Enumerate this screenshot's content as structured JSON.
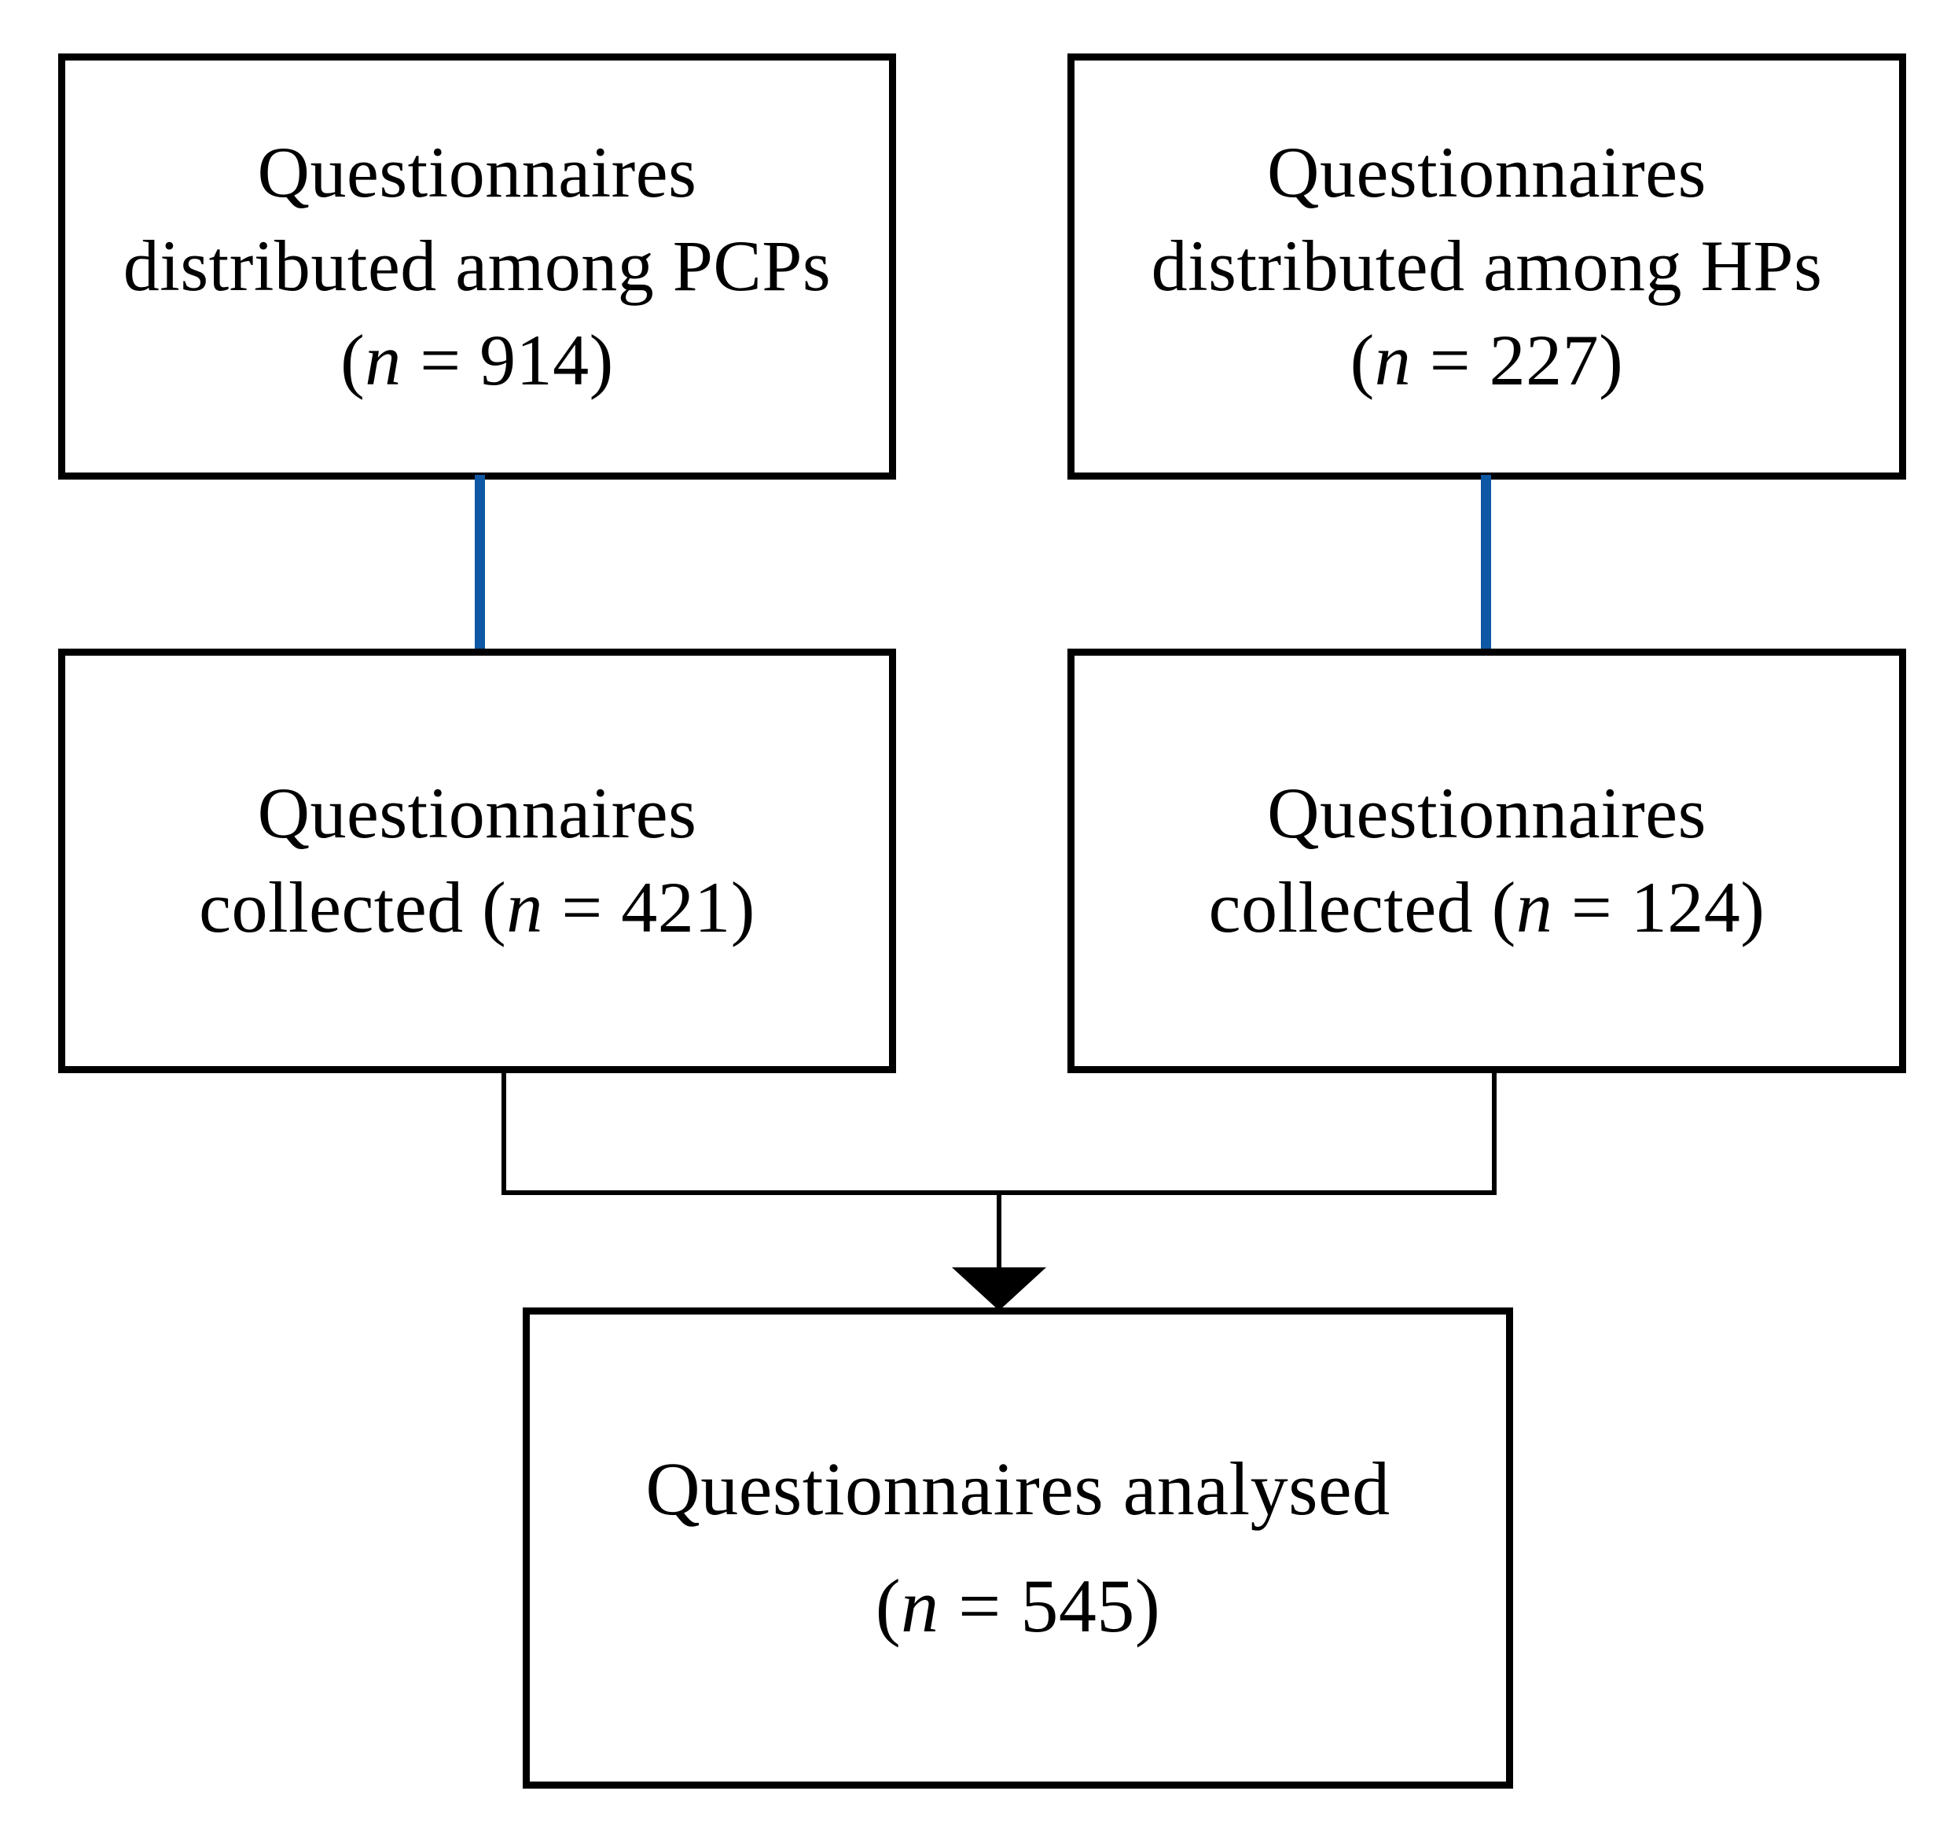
{
  "diagram": {
    "title": "Questionnaire study flow diagram",
    "type": "flowchart",
    "colors": {
      "box_border": "#000000",
      "box_fill": "#ffffff",
      "connector_primary": "#0d57a4",
      "connector_secondary": "#000000",
      "background": "#ffffff",
      "text": "#000000"
    },
    "nodes": [
      {
        "id": "pcp-distributed",
        "label": "Questionnaires\ndistributed among PCPs\n(n = 914)",
        "group": "PCPs",
        "stage": "distributed",
        "n": 914
      },
      {
        "id": "hp-distributed",
        "label": "Questionnaires\ndistributed among HPs\n(n = 227)",
        "group": "HPs",
        "stage": "distributed",
        "n": 227
      },
      {
        "id": "pcp-collected",
        "label": "Questionnaires\ncollected (n = 421)",
        "group": "PCPs",
        "stage": "collected",
        "n": 421
      },
      {
        "id": "hp-collected",
        "label": "Questionnaires\ncollected (n = 124)",
        "group": "HPs",
        "stage": "collected",
        "n": 124
      },
      {
        "id": "analysed",
        "label": "Questionnaires analysed\n(n = 545)",
        "group": "Combined",
        "stage": "analysed",
        "n": 545
      }
    ],
    "edges": [
      {
        "id": "pcp-distributed-to-collected",
        "from": "pcp-distributed",
        "to": "pcp-collected",
        "style": "solid",
        "color": "#0d57a4",
        "arrow": false
      },
      {
        "id": "hp-distributed-to-collected",
        "from": "hp-distributed",
        "to": "hp-collected",
        "style": "solid",
        "color": "#0d57a4",
        "arrow": false
      },
      {
        "id": "pcp-collected-to-analysed",
        "from": "pcp-collected",
        "to": "analysed",
        "style": "solid",
        "color": "#000000",
        "arrow": true
      },
      {
        "id": "hp-collected-to-analysed",
        "from": "hp-collected",
        "to": "analysed",
        "style": "solid",
        "color": "#000000",
        "arrow": true
      }
    ]
  }
}
